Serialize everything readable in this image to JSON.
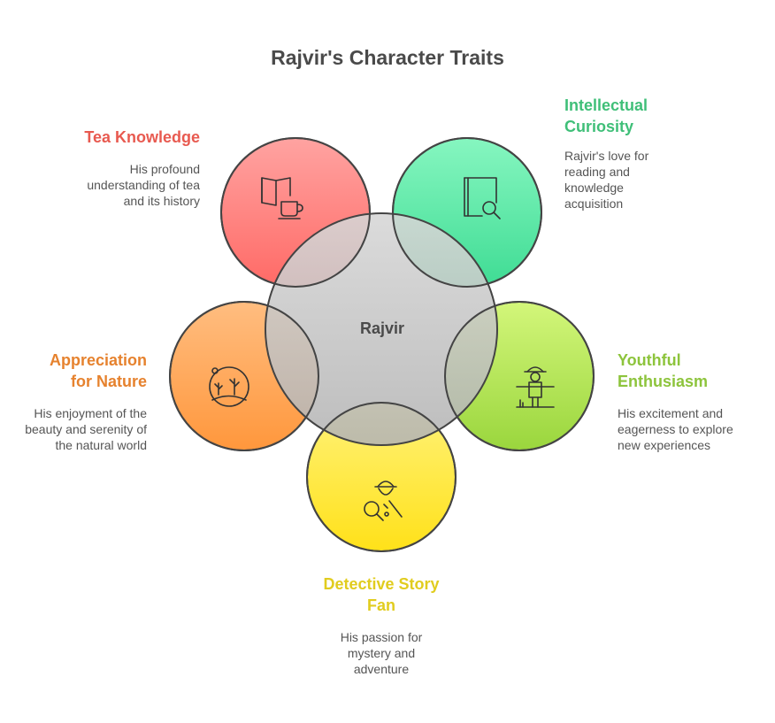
{
  "title": "Rajvir's Character Traits",
  "center": {
    "label": "Rajvir"
  },
  "traits": [
    {
      "label": "Tea Knowledge",
      "description": "His profound understanding of tea and its history",
      "color": "#e85a50",
      "icon": "book-tea-icon"
    },
    {
      "label": "Intellectual Curiosity",
      "description": "Rajvir's love for reading and knowledge acquisition",
      "color": "#3fbf78",
      "icon": "book-magnifier-icon"
    },
    {
      "label": "Youthful Enthusiasm",
      "description": "His excitement and eagerness to explore new experiences",
      "color": "#8dc43c",
      "icon": "scarecrow-icon"
    },
    {
      "label": "Detective Story Fan",
      "description": "His passion for mystery and adventure",
      "color": "#e1cc1e",
      "icon": "detective-icon"
    },
    {
      "label": "Appreciation for Nature",
      "description": "His enjoyment of the beauty and serenity of the natural world",
      "color": "#e6822e",
      "icon": "nature-icon"
    }
  ]
}
